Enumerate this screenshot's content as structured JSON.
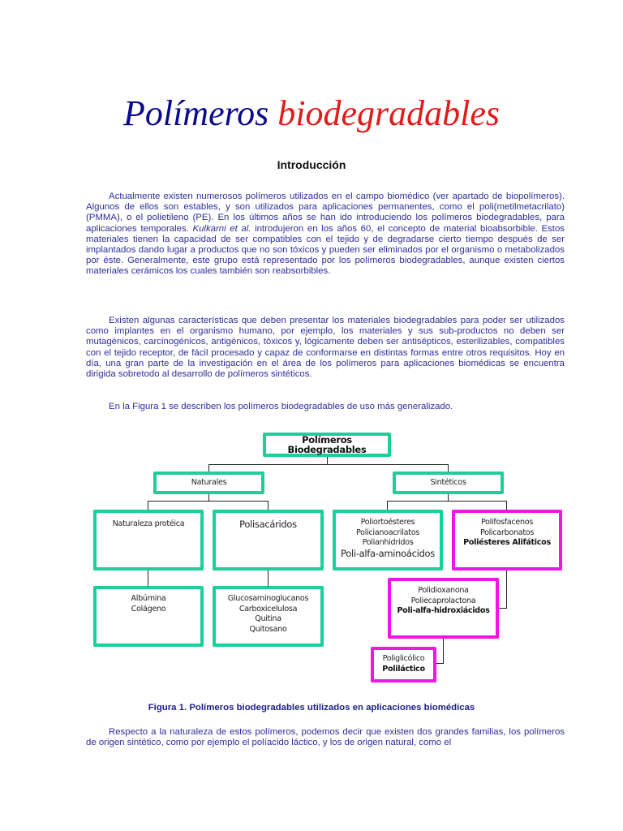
{
  "document": {
    "title_part1": "Polímeros",
    "title_part2": "biodegradables",
    "title_colors": {
      "part1": "#0a0a8c",
      "part2": "#e01b1b"
    },
    "section_heading": "Introducción",
    "paragraphs": [
      "Actualmente existen numerosos polímeros utilizados en el campo biomédico (ver apartado de biopolímeros). Algunos de ellos son estables, y son utilizados para aplicaciones permanentes, como el poli(metilmetacrilato) (PMMA), o el polietileno (PE). En los últimos años se han ido introduciendo los polímeros biodegradables, para aplicaciones temporales.",
      "Existen algunas características que deben presentar los materiales biodegradables para poder ser utilizados como implantes en el organismo humano, por ejemplo, los materiales y sus sub-productos no deben ser mutagénicos, carcinogénicos, antigénicos, tóxicos y, lógicamente deben ser antisépticos, esterilizables, compatibles con el tejido receptor, de fácil procesado y capaz de conformarse en distintas formas entre otros requisitos. Hoy en día, una gran parte de la investigación en el área de los polímeros para aplicaciones biomédicas se encuentra dirigida sobretodo al desarrollo de polímeros sintéticos.",
      "En la Figura 1 se describen los polímeros biodegradables de uso más generalizado.",
      "Respecto a la naturaleza de estos polímeros, podemos decir que existen dos grandes familias, los polímeros de origen sintético, como por ejemplo el políacido láctico, y los de origen natural, como el"
    ],
    "paragraph1_italic": "Kulkarni et al.",
    "paragraph1_tail": " introdujeron en los años 60, el concepto de material bioabsorbible. Estos materiales tienen la capacidad de ser compatibles con el tejido y de degradarse cierto tiempo después de ser implantados dando lugar a productos que no son tóxicos y pueden ser eliminados por el organismo o metabolizados por éste. Generalmente, este grupo está representado por los polímeros biodegradables, aunque existen ciertos materiales cerámicos los cuales también son reabsorbibles.",
    "figure_caption": "Figura 1. Polímeros biodegradables utilizados en aplicaciones biomédicas"
  },
  "diagram": {
    "colors": {
      "green_border": "#1ccf9a",
      "pink_border": "#ee16e6"
    },
    "root": "Polímeros Biodegradables",
    "naturales": "Naturales",
    "sinteticos": "Sintéticos",
    "naturaleza_proteica": "Naturaleza protéica",
    "polisacaridos": "Polisacáridos",
    "sinteticos_list": [
      "Poliortoésteres",
      "Policianoacrilatos",
      "Polianhidridos",
      "Poli-alfa-aminoácidos"
    ],
    "pink_list": [
      "Polifosfacenos",
      "Policarbonatos",
      "Poliésteres Alifáticos"
    ],
    "proteica_list": [
      "Albúmina",
      "Colágeno"
    ],
    "polisacaridos_list": [
      "Glucosaminoglucanos",
      "Carboxicelulosa",
      "Quitina",
      "Quitosano"
    ],
    "alifaticos_list": [
      "Polidioxanona",
      "Poliecaprolactona",
      "Poli-alfa-hidroxiácidos"
    ],
    "hidroxiacidos_list": [
      "Poliglicólico",
      "Poliláctico"
    ]
  }
}
